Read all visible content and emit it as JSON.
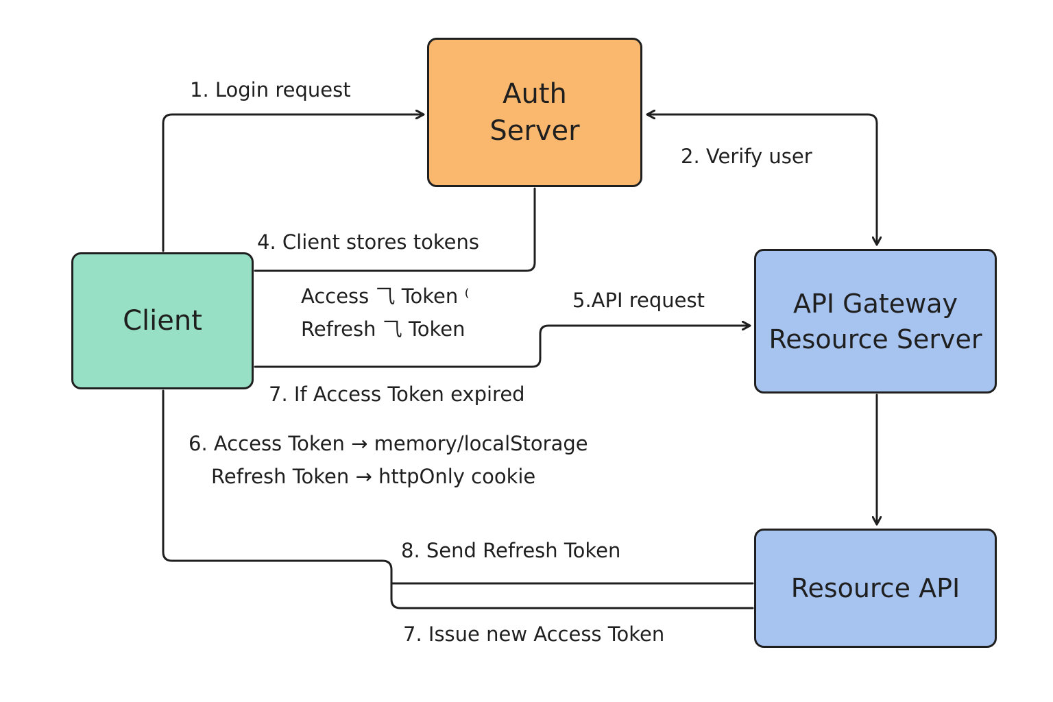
{
  "colors": {
    "auth_fill": "#f9b86d",
    "client_fill": "#97dfc5",
    "gateway_fill": "#a7c4f0",
    "resource_fill": "#a7c4f0",
    "stroke": "#1f1f1f"
  },
  "nodes": {
    "auth": "Auth\nServer",
    "client": "Client",
    "gateway": "API Gateway\nResource Server",
    "resource": "Resource API"
  },
  "labels": {
    "login_request": "1. Login request",
    "verify_user": "2. Verify user",
    "client_stores": "4. Client stores tokens",
    "access_token": "Access ⺄ Token ⁽",
    "refresh_token": "Refresh ⺄ Token",
    "api_request": "5.API request",
    "if_expired": "7. If Access Token expired",
    "storage_access": "6. Access Token → memory/localStorage",
    "storage_refresh": "Refresh Token → httpOnly cookie",
    "send_refresh": "8. Send Refresh Token",
    "issue_new": "7. Issue new Access Token"
  }
}
